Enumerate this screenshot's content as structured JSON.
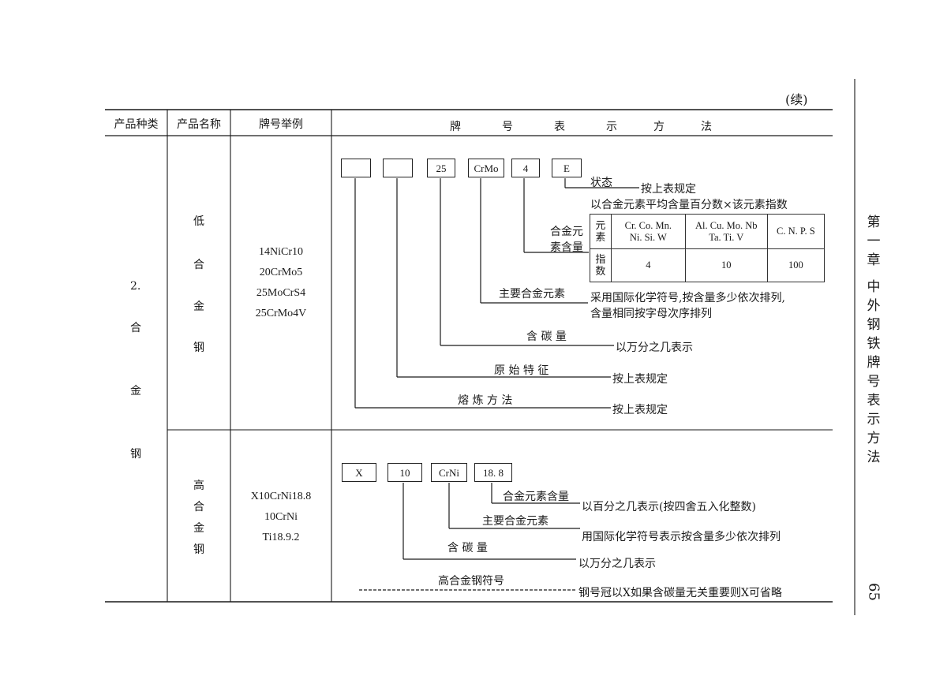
{
  "continued": "(续)",
  "headers": {
    "category": "产品种类",
    "name": "产品名称",
    "example": "牌号举例",
    "method": [
      "牌",
      "号",
      "表",
      "示",
      "方",
      "法"
    ]
  },
  "category": [
    "2.",
    "合",
    "金",
    "钢"
  ],
  "low_alloy": {
    "name": [
      "低",
      "合",
      "金",
      "钢"
    ],
    "examples": [
      "14NiCr10",
      "20CrMo5",
      "25MoCrS4",
      "25CrMo4V"
    ],
    "boxes": [
      "",
      "",
      "25",
      "CrMo",
      "4",
      "E"
    ],
    "labels": {
      "state": "状态",
      "state_desc": "按上表规定",
      "alloy_content_intro": "以合金元素平均含量百分数×该元素指数",
      "alloy_content": [
        "合金元",
        "素含量"
      ],
      "main_alloy": "主要合金元素",
      "main_alloy_desc1": "采用国际化学符号,按含量多少依次排列,",
      "main_alloy_desc2": "含量相同按字母次序排列",
      "carbon": "含 碳 量",
      "carbon_desc": "以万分之几表示",
      "original": "原 始 特 征",
      "original_desc": "按上表规定",
      "smelting": "熔 炼 方 法",
      "smelting_desc": "按上表规定"
    },
    "index_table": {
      "row1_label": [
        "元",
        "素"
      ],
      "row2_label": [
        "指",
        "数"
      ],
      "groups": [
        "Cr. Co. Mn.|Ni. Si. W",
        "Al. Cu. Mo. Nb|Ta. Ti. V",
        "C. N. P. S"
      ],
      "values": [
        "4",
        "10",
        "100"
      ]
    }
  },
  "high_alloy": {
    "name": [
      "高",
      "合",
      "金",
      "钢"
    ],
    "examples": [
      "X10CrNi18.8",
      "10CrNi",
      "Ti18.9.2"
    ],
    "boxes": [
      "X",
      "10",
      "CrNi",
      "18. 8"
    ],
    "labels": {
      "alloy_content": "合金元素含量",
      "alloy_content_desc": "以百分之几表示(按四舍五入化整数)",
      "main_alloy": "主要合金元素",
      "main_alloy_desc": "用国际化学符号表示按含量多少依次排列",
      "carbon": "含 碳 量",
      "carbon_desc": "以万分之几表示",
      "symbol": "高合金钢符号",
      "symbol_desc": "钢号冠以X如果含碳量无关重要则X可省略"
    }
  },
  "sidebar": [
    "第",
    "一",
    "章",
    "中",
    "外",
    "钢",
    "铁",
    "牌",
    "号",
    "表",
    "示",
    "方",
    "法"
  ],
  "page_number": "65"
}
